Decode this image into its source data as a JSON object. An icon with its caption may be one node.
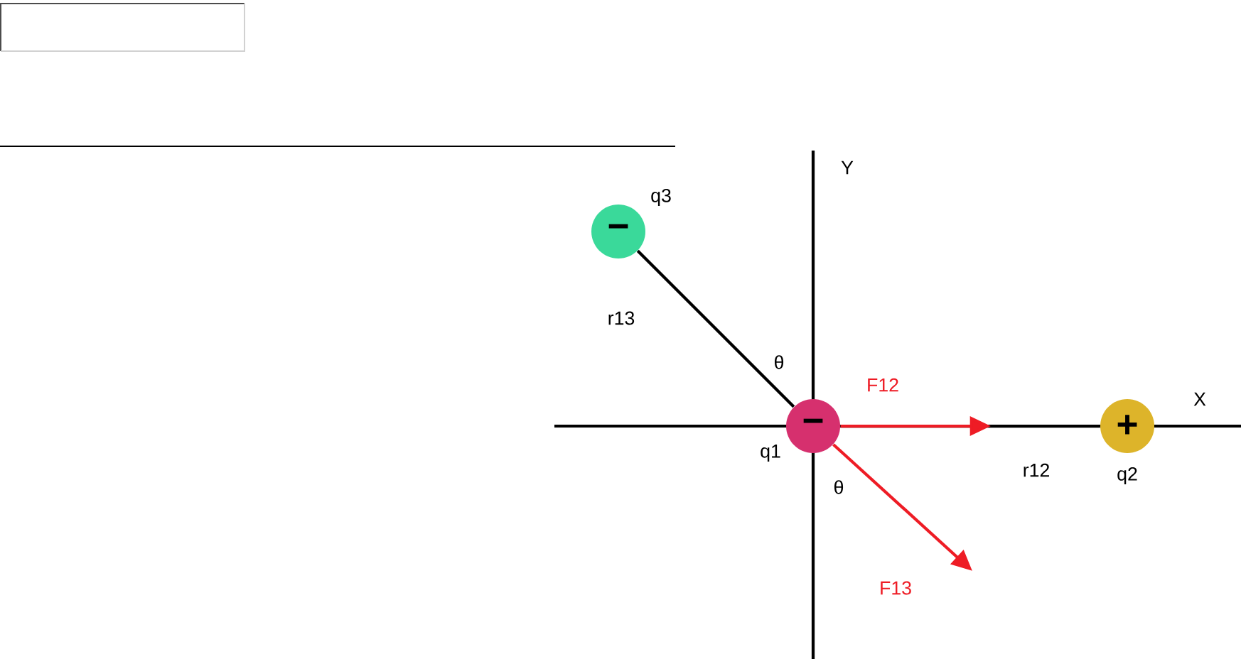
{
  "diagram": {
    "nodes": [
      {
        "text": [
          "−"
        ],
        "beside": [
          "q3"
        ]
      },
      {
        "text": [
          "−"
        ],
        "beside": [
          "q1"
        ]
      },
      {
        "text": [
          "+"
        ],
        "beside": [
          "q2"
        ]
      }
    ],
    "edges": [
      {
        "from": 0,
        "to": 1,
        "arrow": "none",
        "label": "r13"
      },
      {
        "from": 1,
        "to": 2,
        "arrow": "none",
        "label": "r12"
      },
      {
        "from": 1,
        "to": null,
        "arrow": "to",
        "label": "F12",
        "color": "#ee1c25"
      },
      {
        "from": 1,
        "to": null,
        "arrow": "to",
        "label": "F13",
        "color": "#ee1c25"
      }
    ],
    "labels": [
      "Y",
      "θ",
      "X",
      "θ"
    ]
  }
}
